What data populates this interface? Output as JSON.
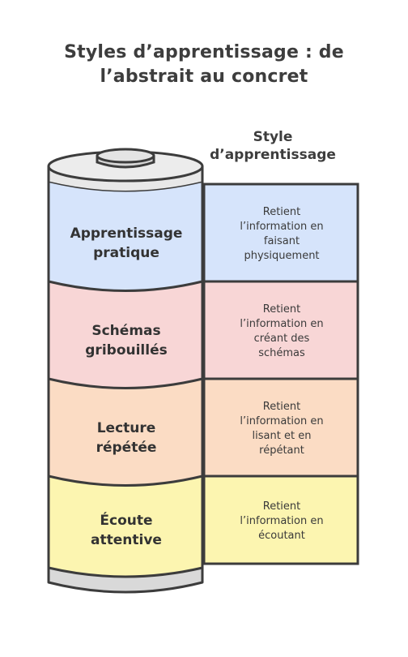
{
  "title": {
    "line1": "Styles d’apprentissage : de",
    "line2": "l’abstrait au concret"
  },
  "column_header": {
    "line1": "Style",
    "line2": "d’apprentissage"
  },
  "colors": {
    "outline": "#3c3c3c",
    "battery_body": "#e6e6e6",
    "blue": "#d6e4fb",
    "pink": "#f8d6d6",
    "peach": "#fbdcc4",
    "yellow": "#fcf5b0"
  },
  "segments": [
    {
      "label_line1": "Apprentissage",
      "label_line2": "pratique",
      "desc_lines": [
        "Retient",
        "l’information en",
        "faisant",
        "physiquement"
      ],
      "color": "#d6e4fb"
    },
    {
      "label_line1": "Schémas",
      "label_line2": "gribouillés",
      "desc_lines": [
        "Retient",
        "l’information en",
        "créant des",
        "schémas"
      ],
      "color": "#f8d6d6"
    },
    {
      "label_line1": "Lecture",
      "label_line2": "répétée",
      "desc_lines": [
        "Retient",
        "l’information en",
        "lisant et en",
        "répétant"
      ],
      "color": "#fbdcc4"
    },
    {
      "label_line1": "Écoute",
      "label_line2": "attentive",
      "desc_lines": [
        "Retient",
        "l’information en",
        "écoutant"
      ],
      "color": "#fcf5b0"
    }
  ]
}
